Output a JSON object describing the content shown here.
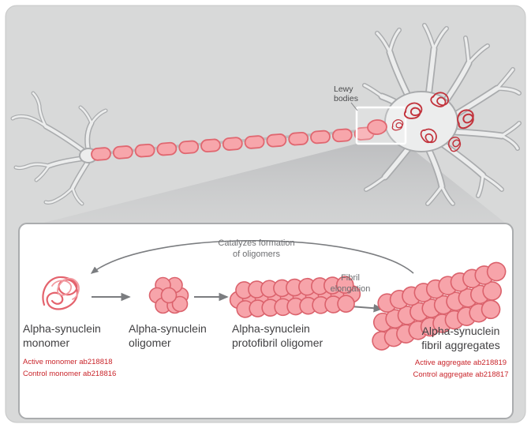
{
  "colors": {
    "background_gray": "#d8d9d9",
    "panel_background": "#ffffff",
    "panel_border": "#aaacae",
    "molecule_fill": "#f7a4aa",
    "molecule_stroke": "#db626c",
    "neuron_fill": "#eceded",
    "neuron_outline": "#a9abad",
    "lewy_squiggle": "#c2333c",
    "arrow_gray": "#7b7d80",
    "red_text": "#c9252b",
    "dark_text": "#414042",
    "gray_text": "#6d6e71"
  },
  "neuron": {
    "lewy_label": "Lewy bodies"
  },
  "panel": {
    "catalyzes": {
      "line1": "Catalyzes formation",
      "line2": "of oligomers"
    },
    "elongation": {
      "line1": "Fibril",
      "line2": "elongation"
    },
    "stages": [
      {
        "line1": "Alpha-synuclein",
        "line2": "monomer",
        "sub1": "Active monomer ab218818",
        "sub2": "Control monomer ab218816"
      },
      {
        "line1": "Alpha-synuclein",
        "line2": "oligomer"
      },
      {
        "line1": "Alpha-synuclein",
        "line2": "protofibril oligomer"
      },
      {
        "line1": "Alpha-synuclein",
        "line2": "fibril aggregates",
        "sub1": "Active aggregate ab218819",
        "sub2": "Control aggregate ab218817"
      }
    ]
  }
}
